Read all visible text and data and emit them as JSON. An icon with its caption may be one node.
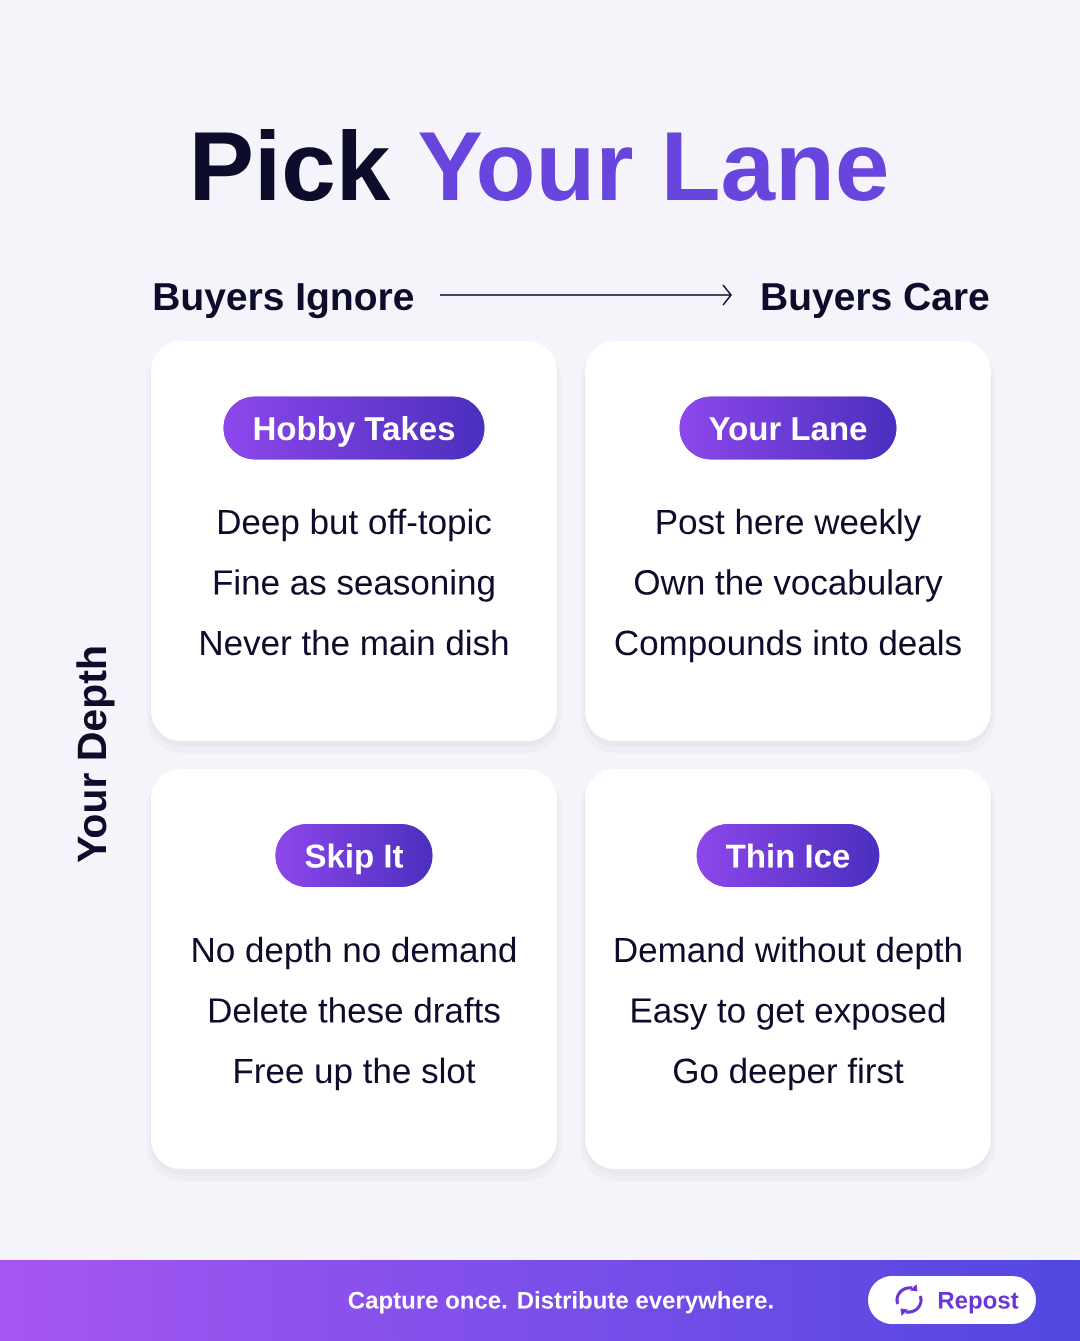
{
  "diagram": {
    "title": "Pick Your Lane",
    "nodes": [
      {
        "text": [
          "Deep but off-topic",
          "Fine as seasoning",
          "Never the main dish"
        ]
      },
      {
        "text": [
          "Hobby Takes"
        ],
        "in": 0
      },
      {
        "text": [
          "Post here weekly",
          "Own the vocabulary",
          "Compounds into deals"
        ]
      },
      {
        "text": [
          "Your Lane"
        ],
        "in": 2
      },
      {
        "text": [
          "No depth no demand",
          "Delete these drafts",
          "Free up the slot"
        ]
      },
      {
        "text": [
          "Skip It"
        ],
        "in": 4
      },
      {
        "text": [
          "Demand without depth",
          "Easy to get exposed",
          "Go deeper first"
        ]
      },
      {
        "text": [
          "Thin Ice"
        ],
        "in": 6
      },
      {
        "text": [
          "Capture once. Distribute everywhere."
        ]
      },
      {
        "text": [
          "Repost"
        ],
        "in": 8
      }
    ],
    "labels": [
      "Buyers Ignore",
      "Buyers Care",
      "Your Depth"
    ]
  }
}
